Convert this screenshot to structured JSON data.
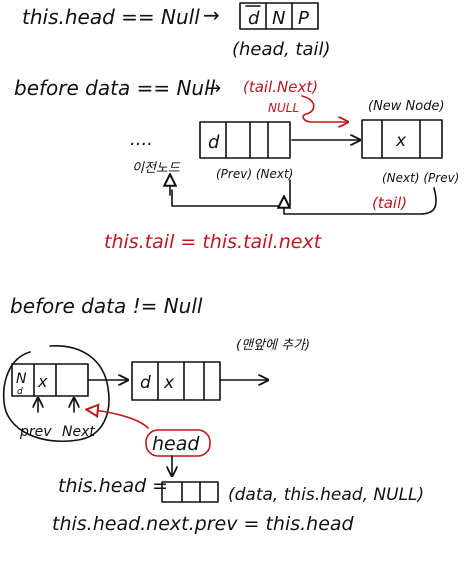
{
  "section1": {
    "condition": "this.head == Null",
    "arrow": "→",
    "cells": [
      "d",
      "N",
      "P"
    ],
    "args": "(head, tail)"
  },
  "section2": {
    "condition": "before data == Null",
    "arrow": "→",
    "ellipsis": "....",
    "annotation_tail_next": "(tail.Next)",
    "annotation_null": "NULL",
    "new_node_label": "(New Node)",
    "existing_node_cell": "d",
    "new_node_cell": "x",
    "existing_node_name": "이전노드",
    "prev_next_left": "(Prev) (Next)",
    "next_prev_right": "(Next) (Prev)",
    "tail_label": "(tail)",
    "assignment": "this.tail = this.tail.next"
  },
  "section3": {
    "condition": "before data != Null",
    "note": "(맨앞에 추가)",
    "node1_cells": [
      "N",
      "x"
    ],
    "node1_sub": "d",
    "node2_cells": [
      "d",
      "x"
    ],
    "prev_label": "prev",
    "next_label": "Next",
    "head_label": "head",
    "assign_head": "this.head =",
    "assign_args": "(data, this.head, NULL)",
    "assign_prev": "this.head.next.prev = this.head"
  }
}
